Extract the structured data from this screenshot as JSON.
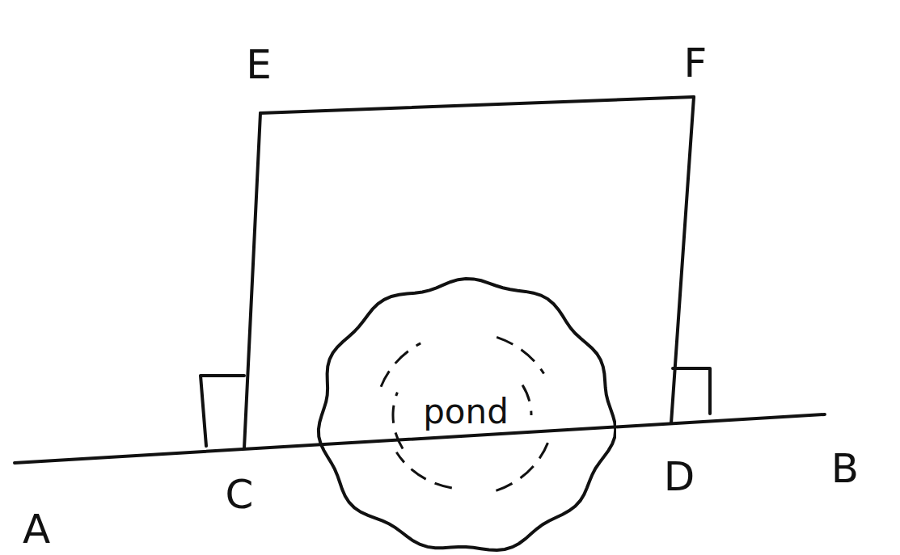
{
  "diagram": {
    "nodes": [
      {
        "text": [
          "pond"
        ]
      }
    ],
    "labels": [
      "E",
      "F",
      "A",
      "C",
      "D",
      "B"
    ]
  }
}
